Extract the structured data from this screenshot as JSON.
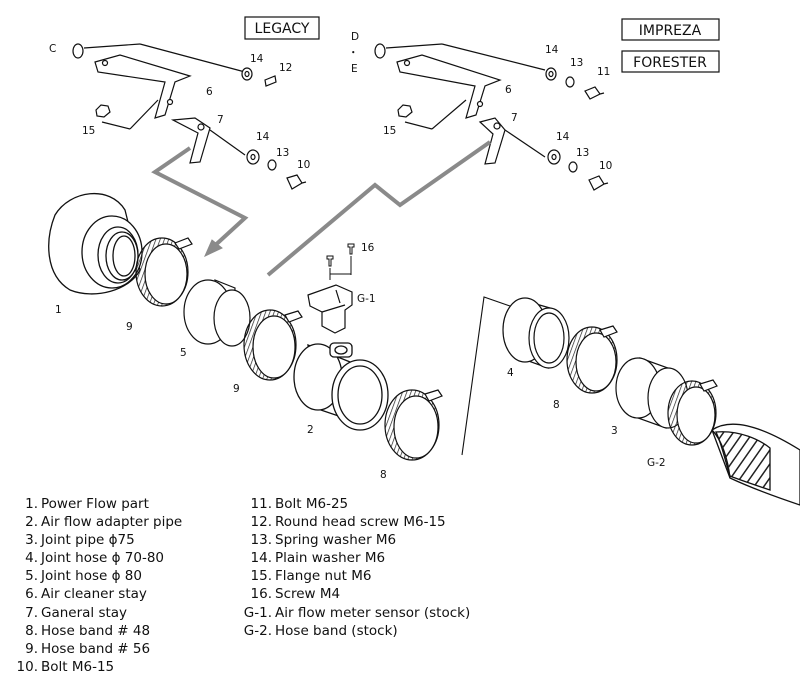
{
  "boxes": {
    "legacy": "LEGACY",
    "impreza": "IMPREZA",
    "forester": "FORESTER"
  },
  "side_marks": {
    "c": "C",
    "d": "D",
    "dot": "・",
    "e": "E"
  },
  "callouts": {
    "n1": "1",
    "n2": "2",
    "n3": "3",
    "n4": "4",
    "n5": "5",
    "n6": "6",
    "n7": "7",
    "n8": "8",
    "n9": "9",
    "n10": "10",
    "n11": "11",
    "n12": "12",
    "n13": "13",
    "n14": "14",
    "n15": "15",
    "n16": "16",
    "g1": "G-1",
    "g2": "G-2"
  },
  "legend_left": [
    {
      "num": "1.",
      "text": "Power Flow part"
    },
    {
      "num": "2.",
      "text": "Air flow adapter pipe"
    },
    {
      "num": "3.",
      "text": "Joint pipe  ϕ75"
    },
    {
      "num": "4.",
      "text": "Joint hose  ϕ 70-80"
    },
    {
      "num": "5.",
      "text": "Joint hose  ϕ 80"
    },
    {
      "num": "6.",
      "text": "Air cleaner stay"
    },
    {
      "num": "7.",
      "text": "Ganeral stay"
    },
    {
      "num": "8.",
      "text": "Hose band  # 48"
    },
    {
      "num": "9.",
      "text": "Hose band  # 56"
    },
    {
      "num": "10.",
      "text": "Bolt  M6-15"
    }
  ],
  "legend_right": [
    {
      "num": "11.",
      "text": "Bolt  M6-25"
    },
    {
      "num": "12.",
      "text": "Round head screw  M6-15"
    },
    {
      "num": "13.",
      "text": "Spring washer  M6"
    },
    {
      "num": "14.",
      "text": "Plain washer  M6"
    },
    {
      "num": "15.",
      "text": "Flange nut  M6"
    },
    {
      "num": "16.",
      "text": "Screw  M4"
    },
    {
      "num": "G-1.",
      "text": "Air flow meter sensor (stock)"
    },
    {
      "num": "G-2.",
      "text": "Hose band (stock)"
    }
  ]
}
